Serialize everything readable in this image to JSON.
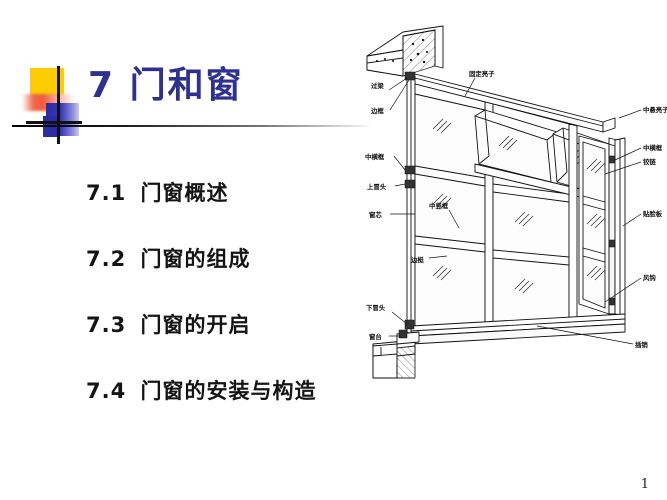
{
  "slide": {
    "title_number": "7",
    "title_text": "门和窗",
    "page_number": "1",
    "accent_color": "#2e3192",
    "logo": {
      "yellow": "#ffcc00",
      "blue": "#2b2ca8",
      "red": "#ef5a3c",
      "line": "#111111"
    }
  },
  "agenda": {
    "items": [
      {
        "num": "7.1",
        "label": "门窗概述"
      },
      {
        "num": "7.2",
        "label": "门窗的组成"
      },
      {
        "num": "7.3",
        "label": "门窗的开启"
      },
      {
        "num": "7.4",
        "label": "门窗的安装与构造"
      }
    ]
  },
  "diagram": {
    "labels_left": [
      {
        "text": "过梁"
      },
      {
        "text": "边框"
      },
      {
        "text": "中横框"
      },
      {
        "text": "上冒头"
      },
      {
        "text": "窗芯"
      },
      {
        "text": "下冒头"
      },
      {
        "text": "窗台"
      }
    ],
    "labels_inner": [
      {
        "text": "固定亮子"
      },
      {
        "text": "中竖框"
      },
      {
        "text": "边梃"
      }
    ],
    "labels_right": [
      {
        "text": "中悬亮子"
      },
      {
        "text": "中横框"
      },
      {
        "text": "铰链"
      },
      {
        "text": "贴脸板"
      },
      {
        "text": "风钩"
      },
      {
        "text": "插销"
      }
    ]
  }
}
